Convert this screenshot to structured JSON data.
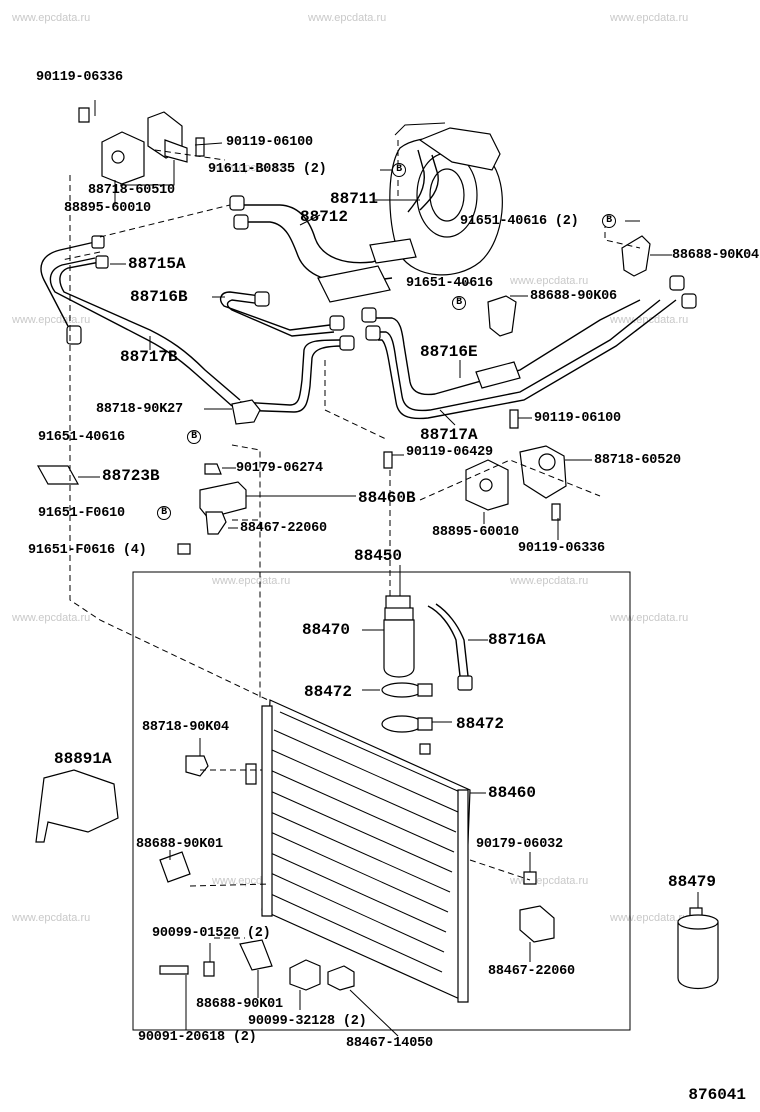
{
  "watermark": "www.epcdata.ru",
  "diagram_code": "876041",
  "labels": {
    "p90119_06336_top": "90119-06336",
    "p90119_06100_top": "90119-06100",
    "p91611_b0835": "91611-B0835 (2)",
    "p88711": "88711",
    "p88718_60510": "88718-60510",
    "p88895_60010_top": "88895-60010",
    "p88712": "88712",
    "p91651_40616_2": "91651-40616 (2)",
    "p88688_90k04_top": "88688-90K04",
    "p88715a": "88715A",
    "p91651_40616_mid": "91651-40616",
    "p88716b": "88716B",
    "p88688_90k06": "88688-90K06",
    "p88717b": "88717B",
    "p88716e": "88716E",
    "p88718_90k27": "88718-90K27",
    "p90119_06100_mid": "90119-06100",
    "p91651_40616_low": "91651-40616",
    "p88717a": "88717A",
    "p90119_06429": "90119-06429",
    "p88718_60520": "88718-60520",
    "p88723b": "88723B",
    "p90179_06274": "90179-06274",
    "p88460b": "88460B",
    "p91651_f0610": "91651-F0610",
    "p88467_22060_top": "88467-22060",
    "p88895_60010_low": "88895-60010",
    "p91651_f0616": "91651-F0616 (4)",
    "p90119_06336_low": "90119-06336",
    "p88450": "88450",
    "p88470": "88470",
    "p88716a": "88716A",
    "p88472_a": "88472",
    "p88472_b": "88472",
    "p88718_90k04_low": "88718-90K04",
    "p88891a": "88891A",
    "p88460": "88460",
    "p88688_90k01_a": "88688-90K01",
    "p90179_06032": "90179-06032",
    "p88479": "88479",
    "p90099_01520": "90099-01520 (2)",
    "p88467_22060_low": "88467-22060",
    "p88688_90k01_b": "88688-90K01",
    "p90099_32128": "90099-32128 (2)",
    "p90091_20618": "90091-20618 (2)",
    "p88467_14050": "88467-14050"
  },
  "circle_marker": "B"
}
